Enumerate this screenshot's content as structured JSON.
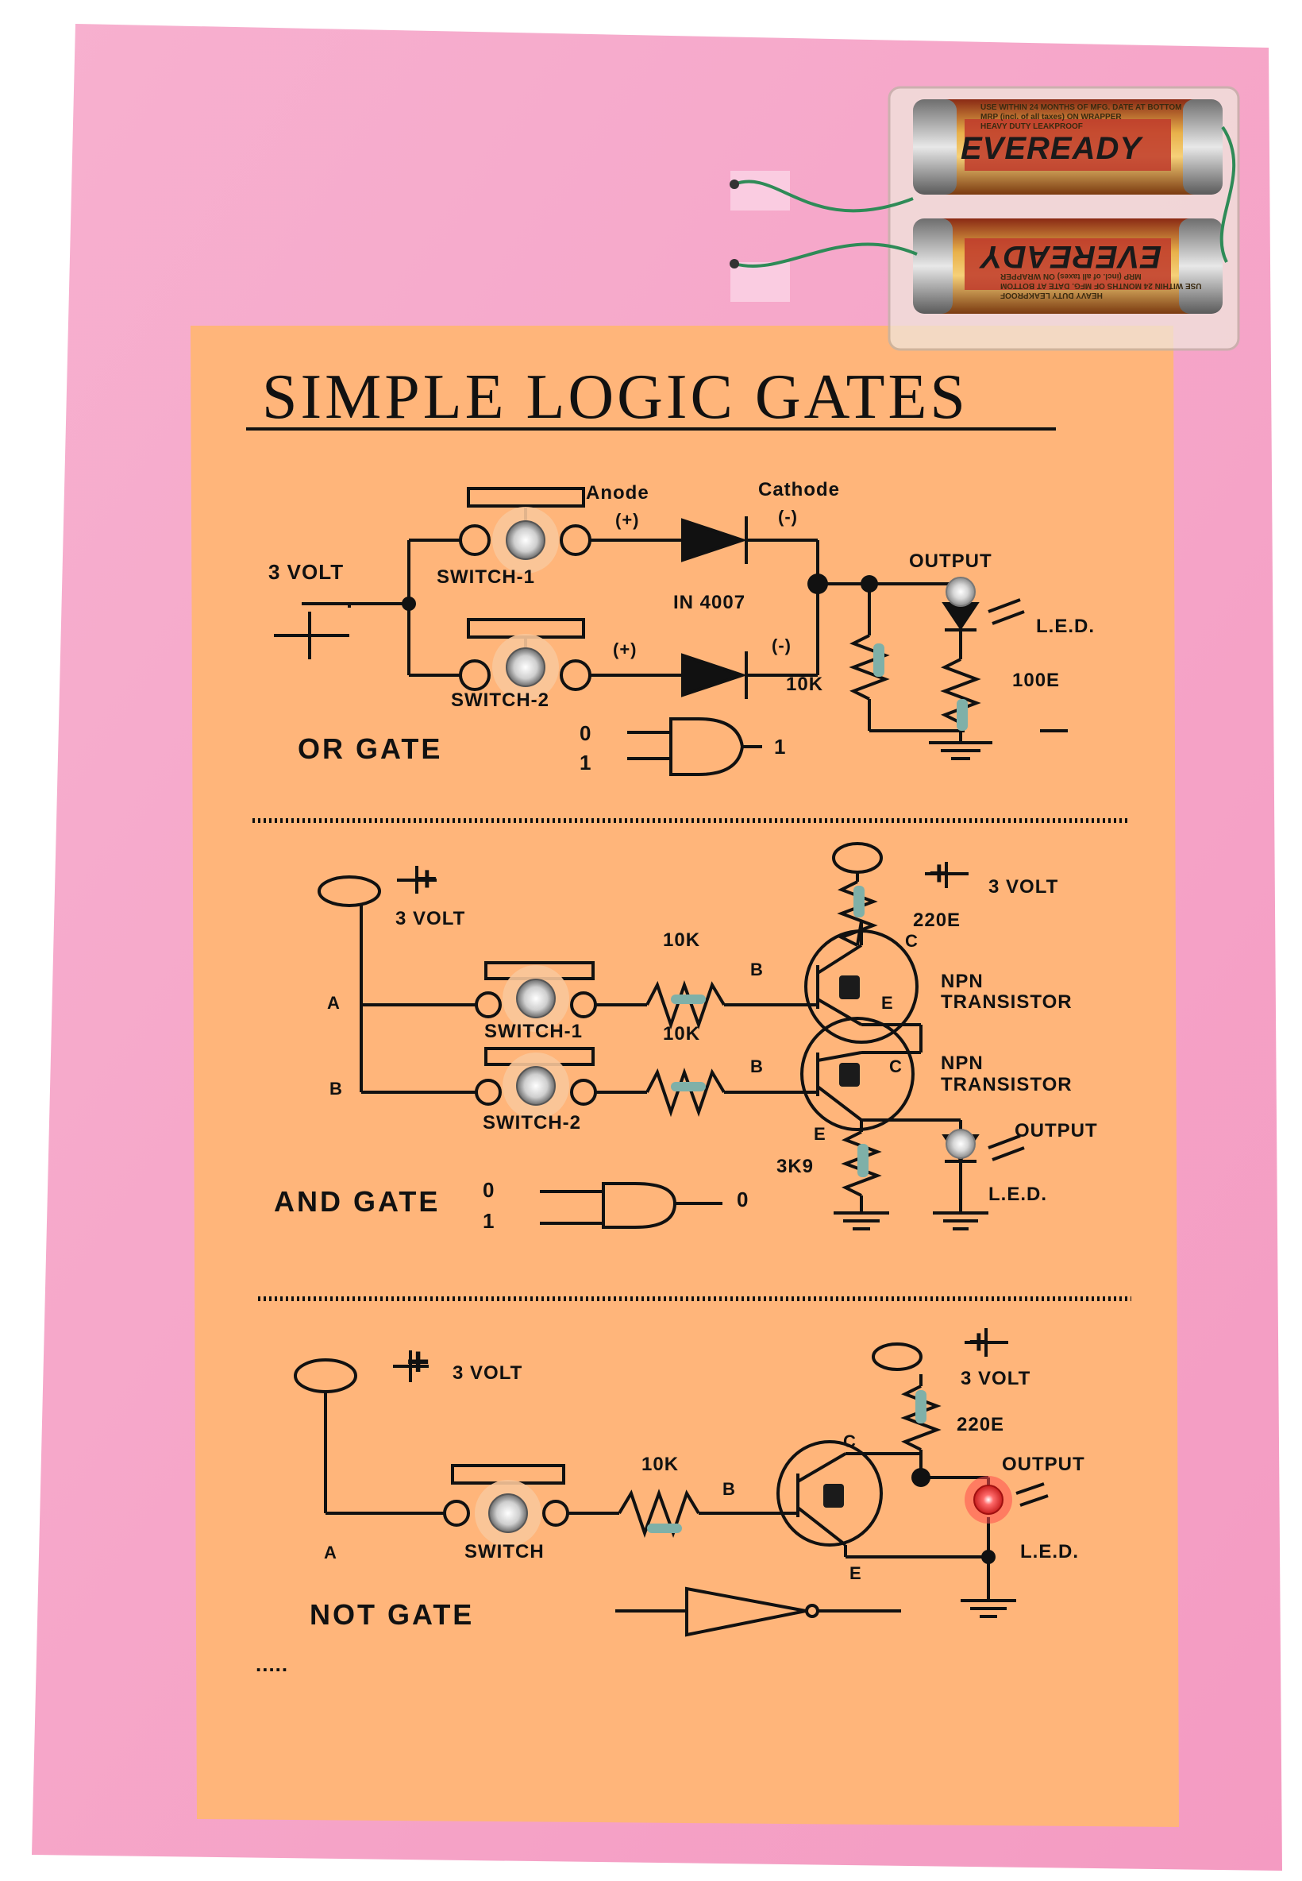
{
  "title": "SIMPLE LOGIC GATES",
  "batteries": {
    "brand": "EVEREADY",
    "fine_print_line1": "USE WITHIN 24 MONTHS OF MFG. DATE AT BOTTOM",
    "fine_print_line2": "MRP (incl. of all taxes) ON WRAPPER",
    "tagline": "HEAVY DUTY  LEAKPROOF"
  },
  "or_gate": {
    "supply": "3 VOLT",
    "plus": "+",
    "anode": "Anode",
    "cathode": "Cathode",
    "plus_mark_1": "(+)",
    "minus_mark_1": "(-)",
    "plus_mark_2": "(+)",
    "minus_mark_2": "(-)",
    "switch1": "SWITCH-1",
    "switch2": "SWITCH-2",
    "diode": "IN 4007",
    "resistor1": "10K",
    "resistor2": "100E",
    "output": "OUTPUT",
    "led": "L.E.D.",
    "name": "OR GATE",
    "in0": "0",
    "in1": "1",
    "out": "1"
  },
  "and_gate": {
    "supply_left": "3 VOLT",
    "supply_right": "3 VOLT",
    "plus": "+",
    "a": "A",
    "b": "B",
    "switch1": "SWITCH-1",
    "switch2": "SWITCH-2",
    "r_b1": "10K",
    "r_b2": "10K",
    "base1": "B",
    "base2": "B",
    "collector1": "C",
    "collector2": "C",
    "emitter1": "E",
    "emitter2": "E",
    "r_c": "220E",
    "r_e": "3K9",
    "npn1_line1": "NPN",
    "npn1_line2": "TRANSISTOR",
    "npn2_line1": "NPN",
    "npn2_line2": "TRANSISTOR",
    "output": "OUTPUT",
    "led": "L.E.D.",
    "name": "AND GATE",
    "in0": "0",
    "in1": "1",
    "out": "0"
  },
  "not_gate": {
    "supply_left": "3 VOLT",
    "supply_right": "3 VOLT",
    "plus": "+",
    "a": "A",
    "switch": "SWITCH",
    "r_b": "10K",
    "base": "B",
    "collector": "C",
    "emitter": "E",
    "r_c": "220E",
    "output": "OUTPUT",
    "led": "L.E.D.",
    "name": "NOT GATE",
    "dots": "....."
  },
  "colors": {
    "board": "#f6a7c9",
    "sheet": "#ffb679",
    "ink": "#111111",
    "battery_gold": "#d9a030",
    "battery_red": "#c0392b",
    "led_lit": "#ff3b3b"
  }
}
